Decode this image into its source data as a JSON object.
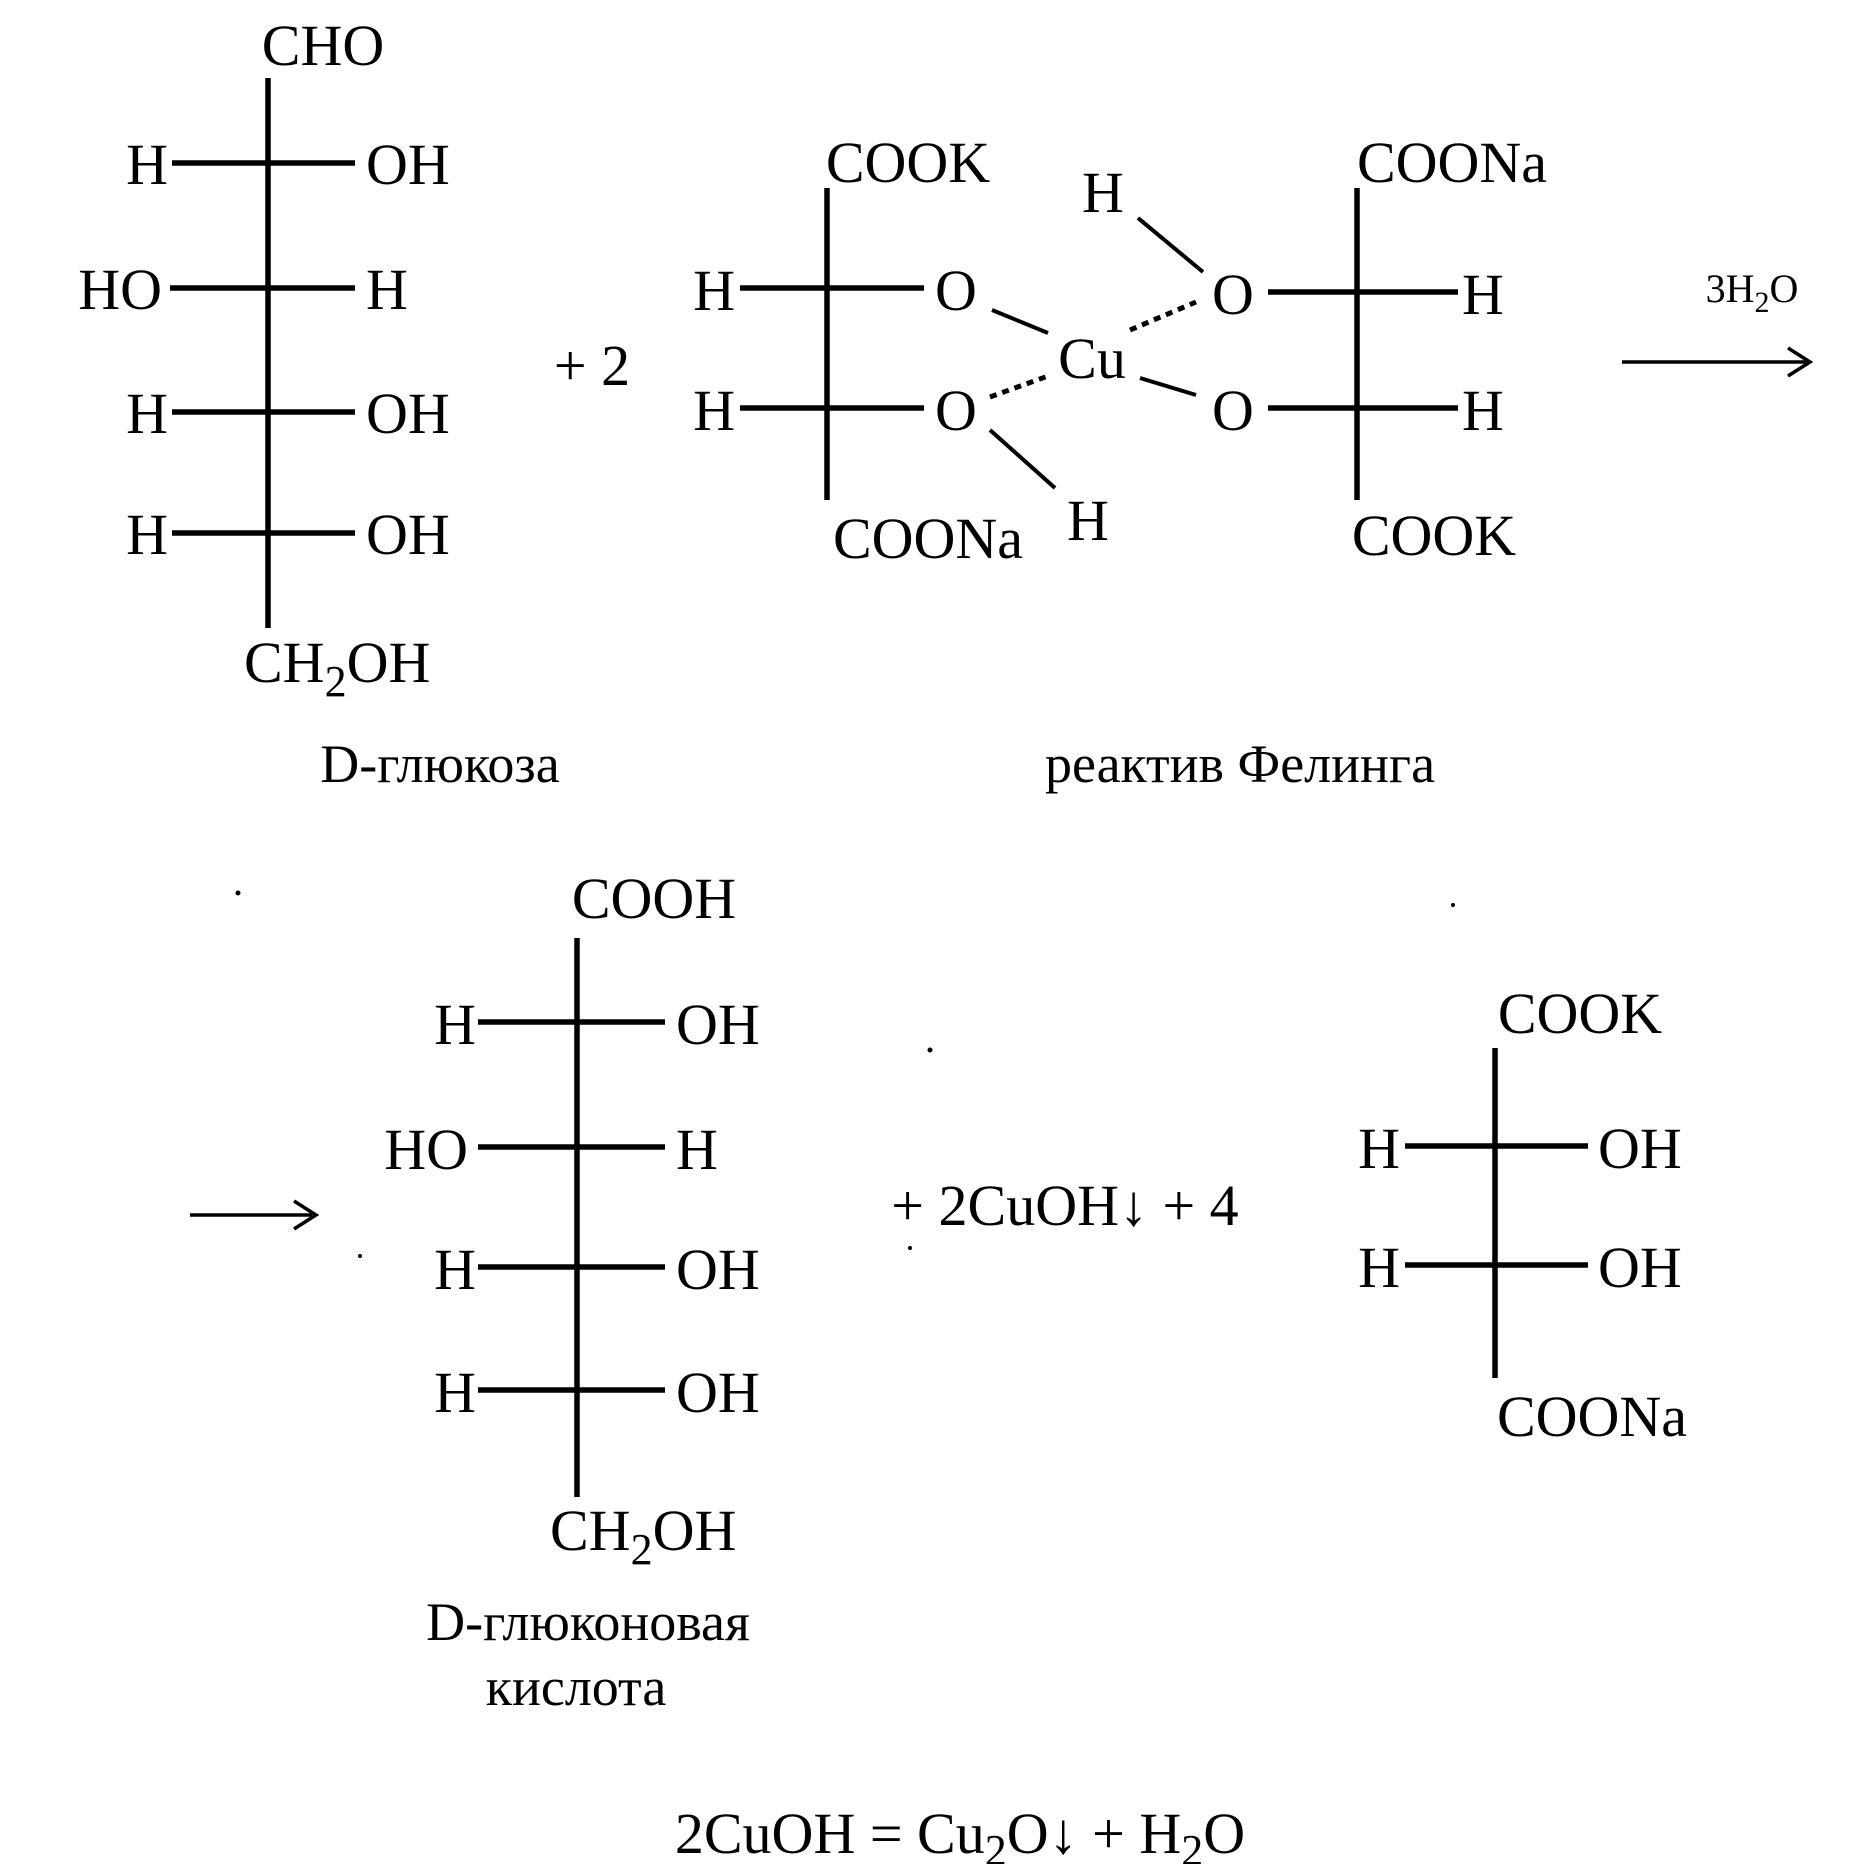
{
  "glucose": {
    "top": "CHO",
    "r1_left": "H",
    "r1_right": "OH",
    "r2_left": "HO",
    "r2_right": "H",
    "r3_left": "H",
    "r3_right": "OH",
    "r4_left": "H",
    "r4_right": "OH",
    "bottom_main": "CH",
    "bottom_sub": "2",
    "bottom_tail": "OH",
    "name": "D-глюкоза"
  },
  "plus_2": "+ 2",
  "fehling": {
    "left_top": "COOK",
    "left_bottom": "COONa",
    "left_h1": "H",
    "left_h2": "H",
    "left_o1": "O",
    "left_o2": "O",
    "left_oh_h": "H",
    "cu": "Cu",
    "right_top": "COONa",
    "right_bottom": "COOK",
    "right_h1": "H",
    "right_h2": "H",
    "right_o1": "O",
    "right_o2": "O",
    "right_oh_h": "H",
    "name": "реактив Фелинга"
  },
  "condition": {
    "main": "3H",
    "sub": "2",
    "tail": "O"
  },
  "gluconic": {
    "top": "COOH",
    "r1_left": "H",
    "r1_right": "OH",
    "r2_left": "HO",
    "r2_right": "H",
    "r3_left": "H",
    "r3_right": "OH",
    "r4_left": "H",
    "r4_right": "OH",
    "bottom_main": "CH",
    "bottom_sub": "2",
    "bottom_tail": "OH",
    "name_line1": "D-глюконовая",
    "name_line2": "кислота"
  },
  "middle_products": "+ 2CuOH↓ + 4",
  "tartrate": {
    "top": "COOK",
    "r1_left": "H",
    "r1_right": "OH",
    "r2_left": "H",
    "r2_right": "OH",
    "bottom": "COONa"
  },
  "equation": {
    "part1": "2CuOH = Cu",
    "sub1": "2",
    "part2": "O↓  + H",
    "sub2": "2",
    "part3": "O"
  }
}
